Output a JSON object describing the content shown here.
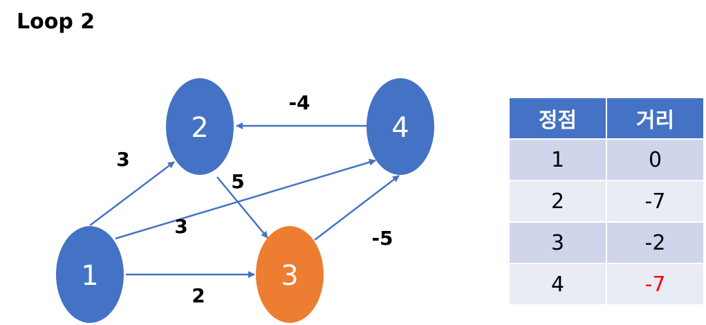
{
  "title": "Loop 2",
  "colors": {
    "node_default": "#4472c4",
    "node_highlight": "#ed7d31",
    "edge": "#4472c4",
    "table_header": "#4472c4",
    "row_dark": "#cfd5ea",
    "row_light": "#e9ebf5",
    "highlight_text": "#ff0000"
  },
  "graph": {
    "nodes": [
      {
        "id": "1",
        "label": "1",
        "highlighted": false
      },
      {
        "id": "2",
        "label": "2",
        "highlighted": false
      },
      {
        "id": "3",
        "label": "3",
        "highlighted": true
      },
      {
        "id": "4",
        "label": "4",
        "highlighted": false
      }
    ],
    "edges": [
      {
        "from": "1",
        "to": "2",
        "weight": "3"
      },
      {
        "from": "1",
        "to": "4",
        "weight": "3"
      },
      {
        "from": "1",
        "to": "3",
        "weight": "2"
      },
      {
        "from": "2",
        "to": "3",
        "weight": "5"
      },
      {
        "from": "4",
        "to": "2",
        "weight": "-4"
      },
      {
        "from": "3",
        "to": "4",
        "weight": "-5"
      }
    ]
  },
  "table": {
    "headers": [
      "정점",
      "거리"
    ],
    "rows": [
      {
        "vertex": "1",
        "distance": "0",
        "highlighted": false
      },
      {
        "vertex": "2",
        "distance": "-7",
        "highlighted": false
      },
      {
        "vertex": "3",
        "distance": "-2",
        "highlighted": false
      },
      {
        "vertex": "4",
        "distance": "-7",
        "highlighted": true
      }
    ]
  }
}
